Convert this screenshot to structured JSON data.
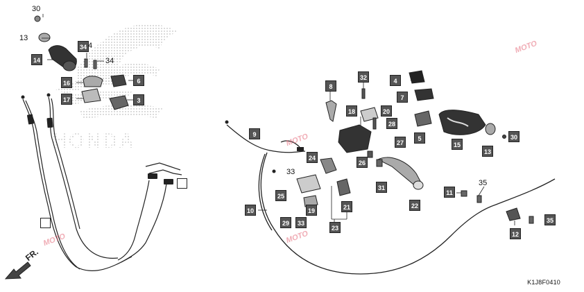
{
  "diagram_code": "K1J8F0410",
  "direction_label": "FR.",
  "watermark_text": "MOTO",
  "brand_logo_text": "HONDA",
  "callouts_boxed": [
    {
      "id": "c14",
      "label": "14"
    },
    {
      "id": "c34a",
      "label": "34"
    },
    {
      "id": "c16",
      "label": "16"
    },
    {
      "id": "c6",
      "label": "6"
    },
    {
      "id": "c17",
      "label": "17"
    },
    {
      "id": "c3",
      "label": "3"
    },
    {
      "id": "c32",
      "label": "32"
    },
    {
      "id": "c4",
      "label": "4"
    },
    {
      "id": "c8",
      "label": "8"
    },
    {
      "id": "c7",
      "label": "7"
    },
    {
      "id": "c18",
      "label": "18"
    },
    {
      "id": "c20",
      "label": "20"
    },
    {
      "id": "c28",
      "label": "28"
    },
    {
      "id": "c5",
      "label": "5"
    },
    {
      "id": "c9",
      "label": "9"
    },
    {
      "id": "c27",
      "label": "27"
    },
    {
      "id": "c15",
      "label": "15"
    },
    {
      "id": "c13b",
      "label": "13"
    },
    {
      "id": "c30b",
      "label": "30"
    },
    {
      "id": "c24",
      "label": "24"
    },
    {
      "id": "c26",
      "label": "26"
    },
    {
      "id": "c31",
      "label": "31"
    },
    {
      "id": "c25",
      "label": "25"
    },
    {
      "id": "c19",
      "label": "19"
    },
    {
      "id": "c21",
      "label": "21"
    },
    {
      "id": "c22",
      "label": "22"
    },
    {
      "id": "c11",
      "label": "11"
    },
    {
      "id": "c10",
      "label": "10"
    },
    {
      "id": "c29",
      "label": "29"
    },
    {
      "id": "c33b",
      "label": "33"
    },
    {
      "id": "c23",
      "label": "23"
    },
    {
      "id": "c12",
      "label": "12"
    },
    {
      "id": "c35b",
      "label": "35"
    }
  ],
  "callouts_plain": [
    {
      "id": "t30",
      "label": "30"
    },
    {
      "id": "t13",
      "label": "13"
    },
    {
      "id": "t34",
      "label": "34"
    },
    {
      "id": "t4",
      "label": "4"
    },
    {
      "id": "t33",
      "label": "33"
    },
    {
      "id": "t35",
      "label": "35"
    }
  ]
}
